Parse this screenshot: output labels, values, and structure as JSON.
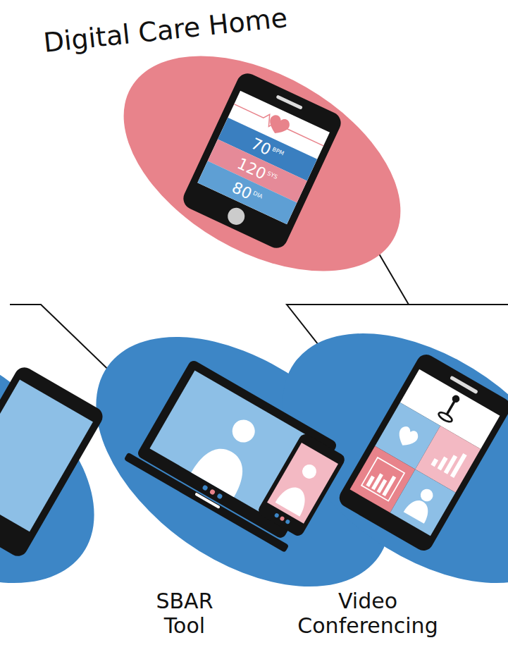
{
  "diagram": {
    "nodes": [
      {
        "text": [
          "Digital Care Home"
        ]
      },
      {
        "text": [
          "SBAR Tool"
        ]
      },
      {
        "text": [
          "Video Conferencing"
        ]
      }
    ],
    "edges": [
      {
        "from": 0,
        "to": 2,
        "arrow": "none"
      }
    ],
    "labels": [
      "70",
      "BPM",
      "120",
      "SYS",
      "80",
      "DIA"
    ]
  }
}
